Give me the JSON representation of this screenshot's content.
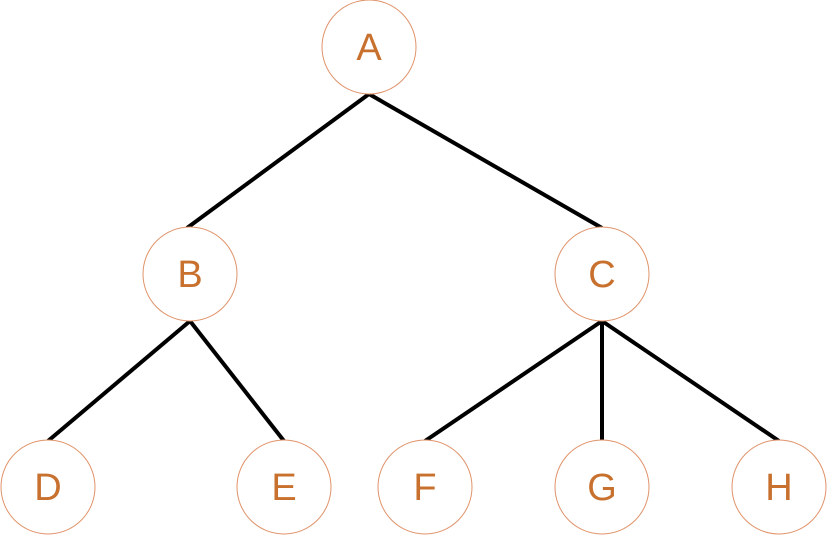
{
  "colors": {
    "node_border": "#e0936a",
    "label": "#c8702e",
    "edge": "#000000",
    "background": "#ffffff"
  },
  "nodes": [
    {
      "id": "A",
      "label": "A"
    },
    {
      "id": "B",
      "label": "B"
    },
    {
      "id": "C",
      "label": "C"
    },
    {
      "id": "D",
      "label": "D"
    },
    {
      "id": "E",
      "label": "E"
    },
    {
      "id": "F",
      "label": "F"
    },
    {
      "id": "G",
      "label": "G"
    },
    {
      "id": "H",
      "label": "H"
    }
  ],
  "edges": [
    {
      "from": "A",
      "to": "B"
    },
    {
      "from": "A",
      "to": "C"
    },
    {
      "from": "B",
      "to": "D"
    },
    {
      "from": "B",
      "to": "E"
    },
    {
      "from": "C",
      "to": "F"
    },
    {
      "from": "C",
      "to": "G"
    },
    {
      "from": "C",
      "to": "H"
    }
  ]
}
